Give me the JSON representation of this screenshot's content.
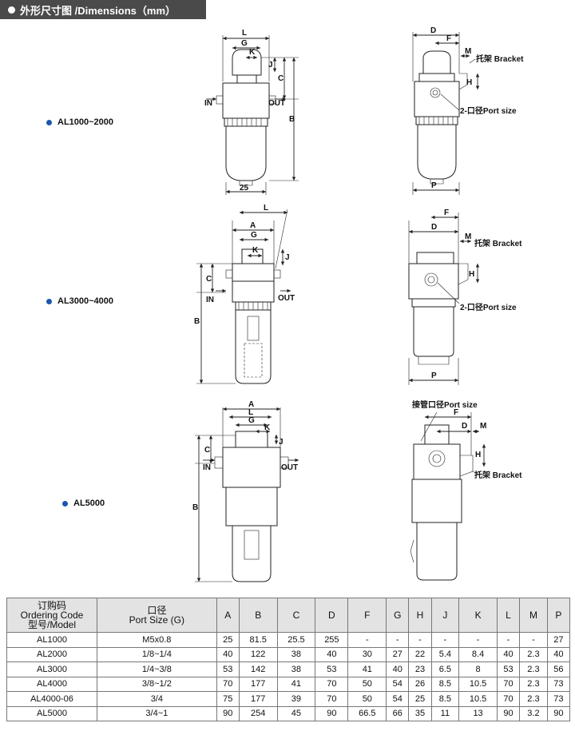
{
  "header": {
    "title": "外形尺寸图 /Dimensions（mm）"
  },
  "models": [
    {
      "label": "AL1000~2000"
    },
    {
      "label": "AL3000~4000"
    },
    {
      "label": "AL5000"
    }
  ],
  "callouts": {
    "bracket": "托架 Bracket",
    "port_size": "2-口径Port size",
    "pipe_port_size": "接管口径Port size",
    "in": "IN",
    "out": "OUT",
    "width_25": "25"
  },
  "dimension_letters": [
    "A",
    "B",
    "C",
    "D",
    "F",
    "G",
    "H",
    "J",
    "K",
    "L",
    "M",
    "P"
  ],
  "table": {
    "headers": [
      {
        "zh": "订购码",
        "en": "Ordering Code",
        "model": "型号/Model"
      },
      {
        "zh": "口径",
        "en": "Port Size (G)"
      },
      "A",
      "B",
      "C",
      "D",
      "F",
      "G",
      "H",
      "J",
      "K",
      "L",
      "M",
      "P"
    ],
    "rows": [
      [
        "AL1000",
        "M5x0.8",
        "25",
        "81.5",
        "25.5",
        "255",
        "-",
        "-",
        "-",
        "-",
        "-",
        "-",
        "-",
        "27"
      ],
      [
        "AL2000",
        "1/8~1/4",
        "40",
        "122",
        "38",
        "40",
        "30",
        "27",
        "22",
        "5.4",
        "8.4",
        "40",
        "2.3",
        "40"
      ],
      [
        "AL3000",
        "1/4~3/8",
        "53",
        "142",
        "38",
        "53",
        "41",
        "40",
        "23",
        "6.5",
        "8",
        "53",
        "2.3",
        "56"
      ],
      [
        "AL4000",
        "3/8~1/2",
        "70",
        "177",
        "41",
        "70",
        "50",
        "54",
        "26",
        "8.5",
        "10.5",
        "70",
        "2.3",
        "73"
      ],
      [
        "AL4000-06",
        "3/4",
        "75",
        "177",
        "39",
        "70",
        "50",
        "54",
        "25",
        "8.5",
        "10.5",
        "70",
        "2.3",
        "73"
      ],
      [
        "AL5000",
        "3/4~1",
        "90",
        "254",
        "45",
        "90",
        "66.5",
        "66",
        "35",
        "11",
        "13",
        "90",
        "3.2",
        "90"
      ]
    ]
  }
}
